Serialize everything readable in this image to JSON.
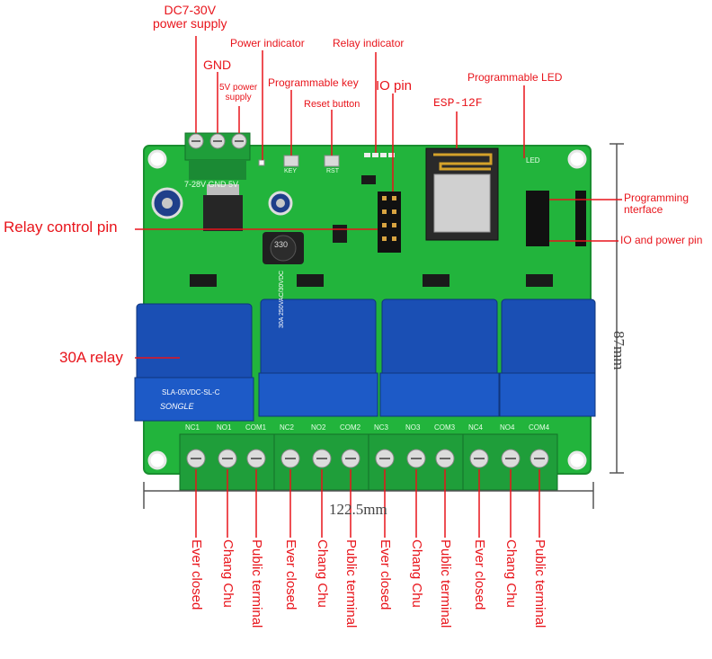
{
  "labels": {
    "dc_supply": "DC7-30V\npower supply",
    "gnd": "GND",
    "five_v": "5V power\nsupply",
    "power_indicator": "Power indicator",
    "prog_key": "Programmable key",
    "reset_button": "Reset button",
    "relay_indicator": "Relay indicator",
    "io_pin": "IO pin",
    "esp": "ESP-12F",
    "prog_led": "Programmable LED",
    "prog_interface": "Programming\nnterface",
    "io_power_pin": "IO and power pin",
    "relay_control_pin": "Relay control pin",
    "relay_30a": "30A relay",
    "width_dim": "122.5mm",
    "height_dim": "87mm"
  },
  "terminal_labels": [
    "Ever closed",
    "Chang Chu",
    "Public terminal",
    "Ever closed",
    "Chang Chu",
    "Public terminal",
    "Ever closed",
    "Chang Chu",
    "Public terminal",
    "Ever closed",
    "Chang Chu",
    "Public terminal"
  ],
  "board": {
    "silk_power": "7-28V GND 5V",
    "key": "KEY",
    "rst": "RST",
    "led": "LED",
    "inductor": "330",
    "relay_brand": "SONGLE",
    "relay_model": "SLA-05VDC-SL-C",
    "relay_rating": "30A 250VAC/30VDC",
    "terminal_silk": [
      "NC1",
      "NO1",
      "COM1",
      "NC2",
      "NO2",
      "COM2",
      "NC3",
      "NO3",
      "COM3",
      "NC4",
      "NO4",
      "COM4"
    ]
  },
  "colors": {
    "pcb": "#22b43c",
    "relay": "#1a4fb4",
    "terminal": "#1f9e3a",
    "annotation": "#e8141b"
  }
}
